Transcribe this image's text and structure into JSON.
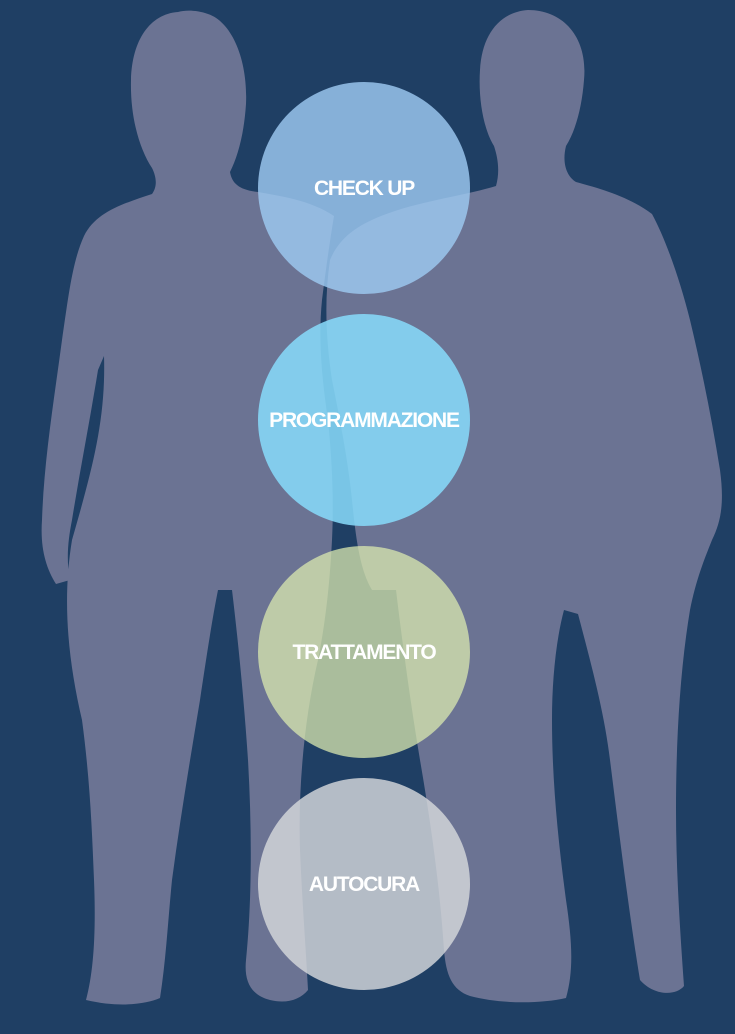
{
  "colors": {
    "background": "#1f3f64",
    "silhouette": "#6b7393"
  },
  "stages": [
    {
      "label": "CHECK UP",
      "color": "#9ec9f2",
      "opacity": 0.82
    },
    {
      "label": "PROGRAMMAZIONE",
      "color": "#86d8f8",
      "opacity": 0.88
    },
    {
      "label": "TRATTAMENTO",
      "color": "#dbeab0",
      "opacity": 0.74
    },
    {
      "label": "AUTOCURA",
      "color": "#d6d8dc",
      "opacity": 0.82
    }
  ]
}
